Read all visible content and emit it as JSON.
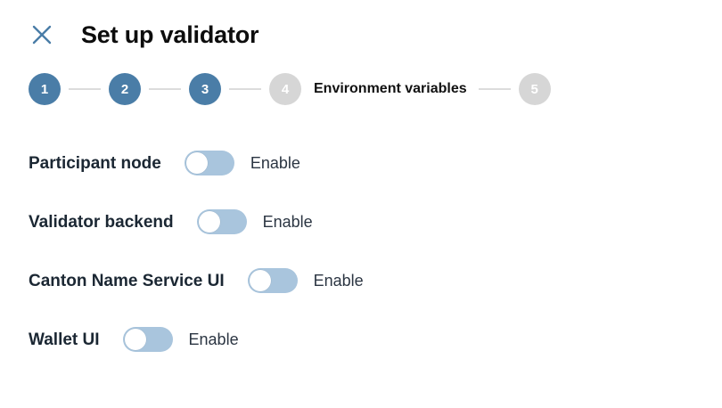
{
  "dialog": {
    "title": "Set up validator",
    "close_icon": "close-x-icon"
  },
  "colors": {
    "accent": "#4a7da7",
    "inactive_step": "#d6d6d6",
    "toggle_track_off": "#a9c5dd",
    "connector": "#dcdcdc",
    "label_text": "#1b2733",
    "enable_text": "#2b3542"
  },
  "stepper": {
    "current_label": "Environment variables",
    "steps": [
      {
        "number": "1",
        "state": "active"
      },
      {
        "number": "2",
        "state": "active"
      },
      {
        "number": "3",
        "state": "active"
      },
      {
        "number": "4",
        "state": "inactive"
      },
      {
        "number": "5",
        "state": "inactive"
      }
    ]
  },
  "options": [
    {
      "label": "Participant node",
      "toggle_label": "Enable",
      "enabled": false
    },
    {
      "label": "Validator backend",
      "toggle_label": "Enable",
      "enabled": false
    },
    {
      "label": "Canton Name Service UI",
      "toggle_label": "Enable",
      "enabled": false
    },
    {
      "label": "Wallet UI",
      "toggle_label": "Enable",
      "enabled": false
    }
  ]
}
